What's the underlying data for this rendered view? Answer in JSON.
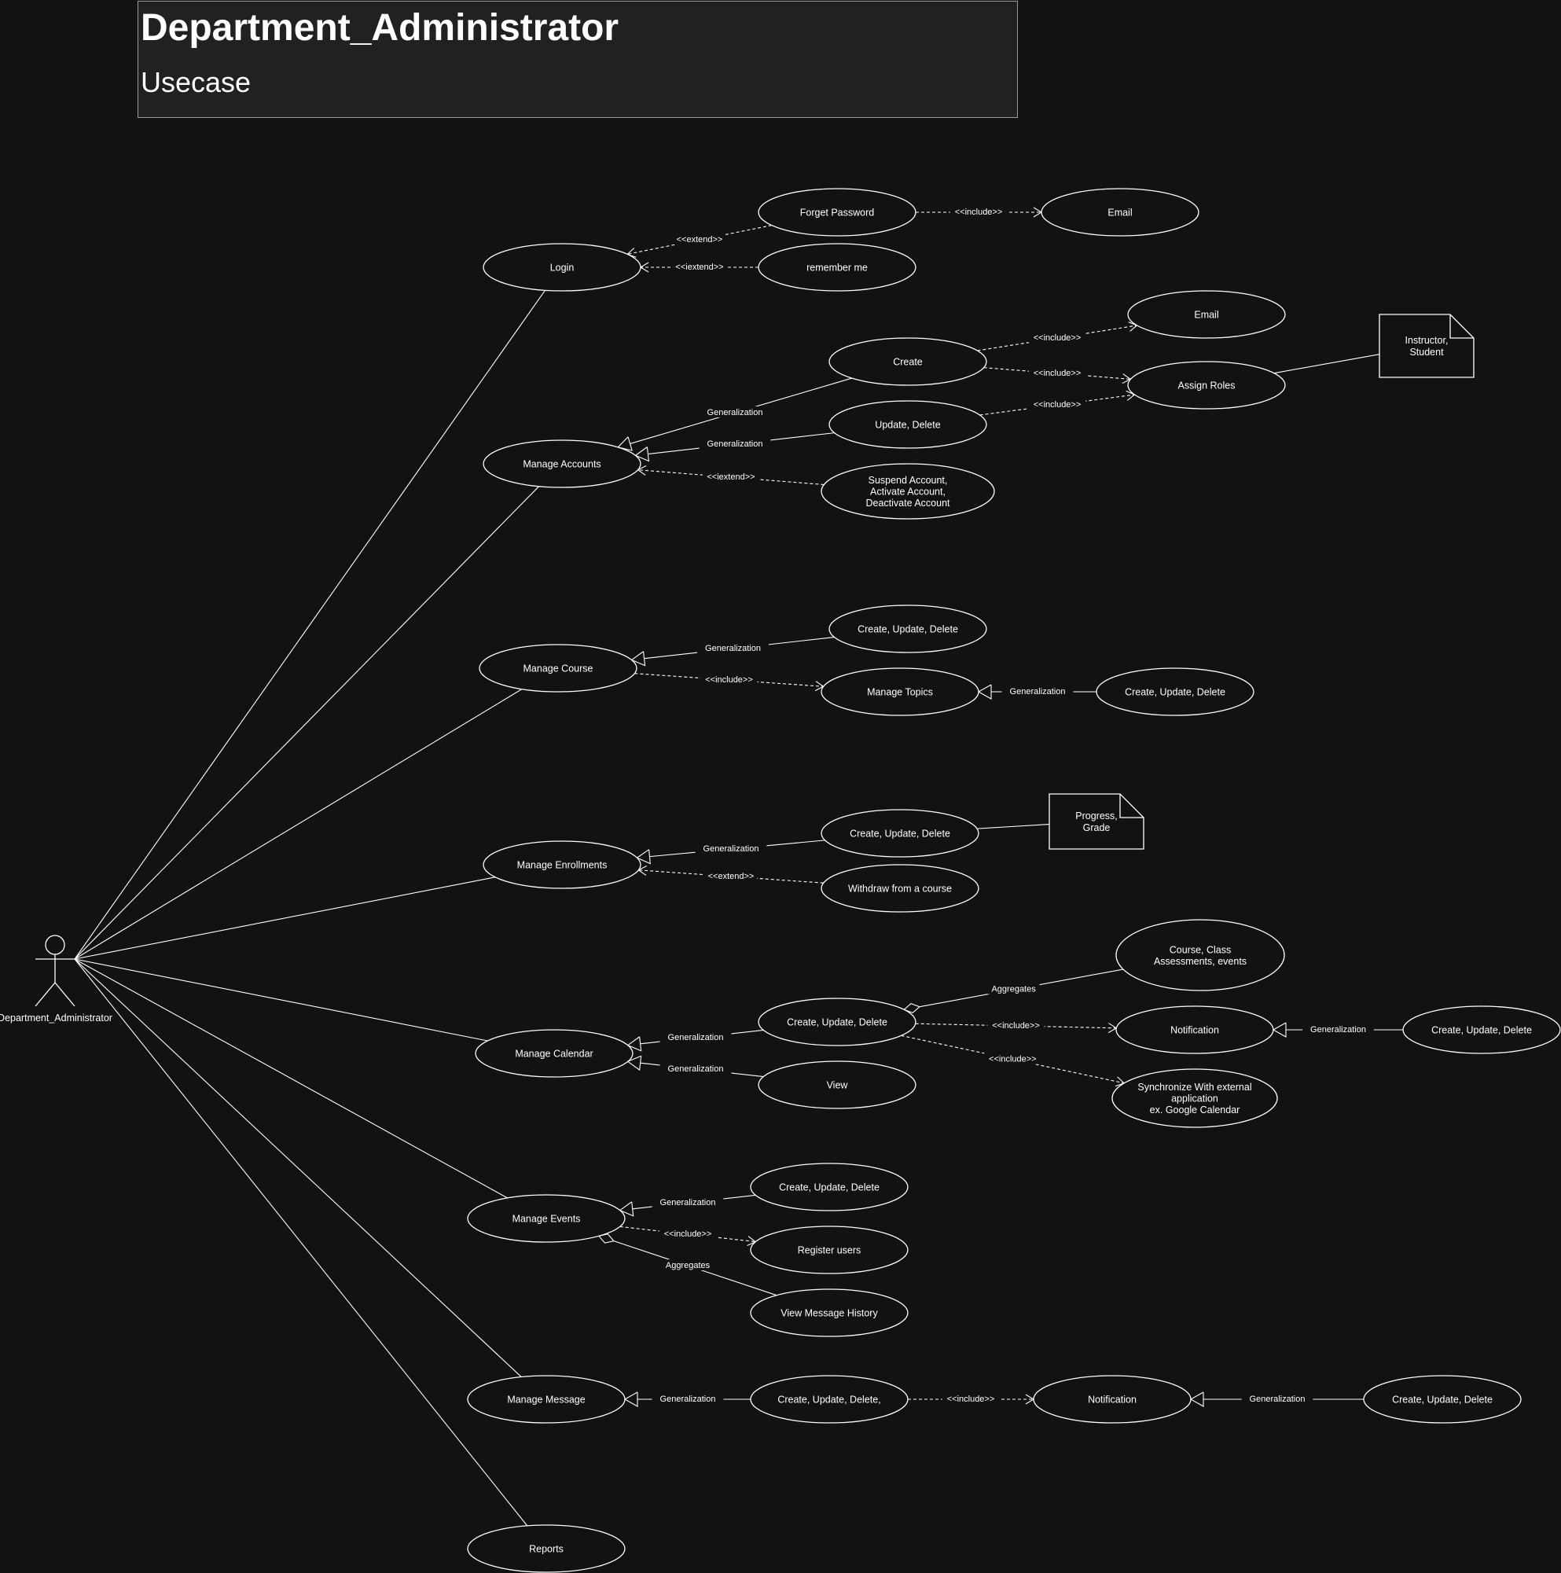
{
  "title": "Department_Administrator",
  "subtitle": "Usecase",
  "actor": {
    "id": "actor",
    "label": "Department_Administrator"
  },
  "usecases": [
    {
      "id": "login",
      "lines": [
        "Login"
      ]
    },
    {
      "id": "forget_password",
      "lines": [
        "Forget Password"
      ]
    },
    {
      "id": "email_login",
      "lines": [
        "Email"
      ]
    },
    {
      "id": "remember_me",
      "lines": [
        "remember me"
      ]
    },
    {
      "id": "manage_accounts",
      "lines": [
        "Manage Accounts"
      ]
    },
    {
      "id": "acc_create",
      "lines": [
        "Create"
      ]
    },
    {
      "id": "acc_update_delete",
      "lines": [
        "Update, Delete"
      ]
    },
    {
      "id": "acc_suspend",
      "lines": [
        "Suspend Account,",
        "Activate Account,",
        "Deactivate Account"
      ]
    },
    {
      "id": "acc_email",
      "lines": [
        "Email"
      ]
    },
    {
      "id": "assign_roles",
      "lines": [
        "Assign Roles"
      ]
    },
    {
      "id": "manage_course",
      "lines": [
        "Manage Course"
      ]
    },
    {
      "id": "course_cud",
      "lines": [
        "Create, Update, Delete"
      ]
    },
    {
      "id": "manage_topics",
      "lines": [
        "Manage Topics"
      ]
    },
    {
      "id": "topics_cud",
      "lines": [
        "Create, Update, Delete"
      ]
    },
    {
      "id": "manage_enrollments",
      "lines": [
        "Manage Enrollments"
      ]
    },
    {
      "id": "enroll_cud",
      "lines": [
        "Create, Update, Delete"
      ]
    },
    {
      "id": "withdraw",
      "lines": [
        "Withdraw from a course"
      ]
    },
    {
      "id": "manage_calendar",
      "lines": [
        "Manage Calendar"
      ]
    },
    {
      "id": "cal_cud",
      "lines": [
        "Create, Update, Delete"
      ]
    },
    {
      "id": "cal_view",
      "lines": [
        "View"
      ]
    },
    {
      "id": "cal_items",
      "lines": [
        "Course, Class",
        "Assessments, events"
      ]
    },
    {
      "id": "cal_notification",
      "lines": [
        "Notification"
      ]
    },
    {
      "id": "cal_notif_cud",
      "lines": [
        "Create, Update, Delete"
      ]
    },
    {
      "id": "cal_sync",
      "lines": [
        "Synchronize With external",
        "application",
        "ex. Google Calendar"
      ]
    },
    {
      "id": "manage_events",
      "lines": [
        "Manage Events"
      ]
    },
    {
      "id": "events_cud",
      "lines": [
        "Create, Update, Delete"
      ]
    },
    {
      "id": "register_users",
      "lines": [
        "Register users"
      ]
    },
    {
      "id": "view_message_history",
      "lines": [
        "View Message History"
      ]
    },
    {
      "id": "manage_message",
      "lines": [
        "Manage Message"
      ]
    },
    {
      "id": "msg_cud",
      "lines": [
        "Create, Update, Delete,"
      ]
    },
    {
      "id": "msg_notification",
      "lines": [
        "Notification"
      ]
    },
    {
      "id": "msg_notif_cud",
      "lines": [
        "Create, Update, Delete"
      ]
    },
    {
      "id": "reports",
      "lines": [
        "Reports"
      ]
    }
  ],
  "notes": [
    {
      "id": "note_roles",
      "lines": [
        "Instructor,",
        "Student"
      ]
    },
    {
      "id": "note_progress",
      "lines": [
        "Progress,",
        "Grade"
      ]
    }
  ],
  "relationships": [
    {
      "from": "actor",
      "to": "login",
      "type": "association",
      "label": ""
    },
    {
      "from": "actor",
      "to": "manage_accounts",
      "type": "association",
      "label": ""
    },
    {
      "from": "actor",
      "to": "manage_course",
      "type": "association",
      "label": ""
    },
    {
      "from": "actor",
      "to": "manage_enrollments",
      "type": "association",
      "label": ""
    },
    {
      "from": "actor",
      "to": "manage_calendar",
      "type": "association",
      "label": ""
    },
    {
      "from": "actor",
      "to": "manage_events",
      "type": "association",
      "label": ""
    },
    {
      "from": "actor",
      "to": "manage_message",
      "type": "association",
      "label": ""
    },
    {
      "from": "actor",
      "to": "reports",
      "type": "association",
      "label": ""
    },
    {
      "from": "forget_password",
      "to": "login",
      "type": "extend",
      "label": "<<extend>>"
    },
    {
      "from": "remember_me",
      "to": "login",
      "type": "extend",
      "label": "<<iextend>>"
    },
    {
      "from": "forget_password",
      "to": "email_login",
      "type": "include",
      "label": "<<include>>"
    },
    {
      "from": "acc_create",
      "to": "manage_accounts",
      "type": "generalization",
      "label": "Generalization"
    },
    {
      "from": "acc_update_delete",
      "to": "manage_accounts",
      "type": "generalization",
      "label": "Generalization"
    },
    {
      "from": "acc_suspend",
      "to": "manage_accounts",
      "type": "extend",
      "label": "<<iextend>>"
    },
    {
      "from": "acc_create",
      "to": "acc_email",
      "type": "include",
      "label": "<<include>>"
    },
    {
      "from": "acc_create",
      "to": "assign_roles",
      "type": "include",
      "label": "<<include>>"
    },
    {
      "from": "acc_update_delete",
      "to": "assign_roles",
      "type": "include",
      "label": "<<include>>"
    },
    {
      "from": "assign_roles",
      "to": "note_roles",
      "type": "note",
      "label": ""
    },
    {
      "from": "course_cud",
      "to": "manage_course",
      "type": "generalization",
      "label": "Generalization"
    },
    {
      "from": "manage_course",
      "to": "manage_topics",
      "type": "include",
      "label": "<<include>>"
    },
    {
      "from": "topics_cud",
      "to": "manage_topics",
      "type": "generalization",
      "label": "Generalization"
    },
    {
      "from": "enroll_cud",
      "to": "manage_enrollments",
      "type": "generalization",
      "label": "Generalization"
    },
    {
      "from": "withdraw",
      "to": "manage_enrollments",
      "type": "extend",
      "label": "<<extend>>"
    },
    {
      "from": "enroll_cud",
      "to": "note_progress",
      "type": "note",
      "label": ""
    },
    {
      "from": "cal_cud",
      "to": "manage_calendar",
      "type": "generalization",
      "label": "Generalization"
    },
    {
      "from": "cal_view",
      "to": "manage_calendar",
      "type": "generalization",
      "label": "Generalization"
    },
    {
      "from": "cal_items",
      "to": "cal_cud",
      "type": "aggregation",
      "label": "Aggregates"
    },
    {
      "from": "cal_cud",
      "to": "cal_notification",
      "type": "include",
      "label": "<<include>>"
    },
    {
      "from": "cal_cud",
      "to": "cal_sync",
      "type": "include",
      "label": "<<include>>"
    },
    {
      "from": "cal_notif_cud",
      "to": "cal_notification",
      "type": "generalization",
      "label": "Generalization"
    },
    {
      "from": "events_cud",
      "to": "manage_events",
      "type": "generalization",
      "label": "Generalization"
    },
    {
      "from": "manage_events",
      "to": "register_users",
      "type": "include",
      "label": "<<include>>"
    },
    {
      "from": "view_message_history",
      "to": "manage_events",
      "type": "aggregation",
      "label": "Aggregates"
    },
    {
      "from": "msg_cud",
      "to": "manage_message",
      "type": "generalization",
      "label": "Generalization"
    },
    {
      "from": "msg_cud",
      "to": "msg_notification",
      "type": "include",
      "label": "<<include>>"
    },
    {
      "from": "msg_notif_cud",
      "to": "msg_notification",
      "type": "generalization",
      "label": "Generalization"
    }
  ]
}
